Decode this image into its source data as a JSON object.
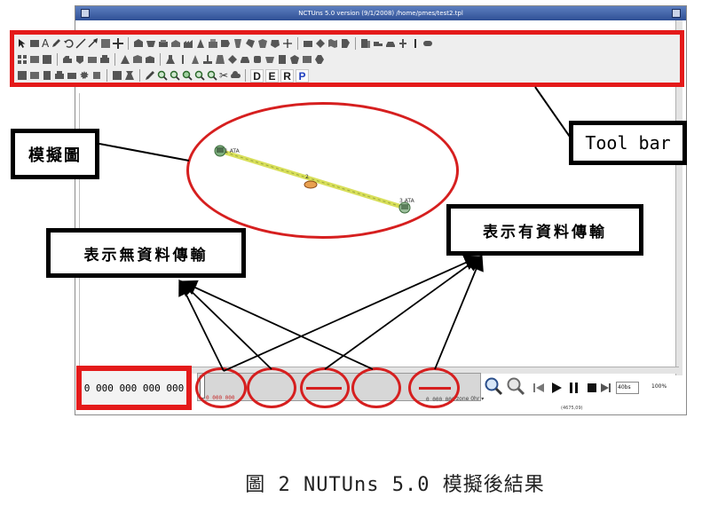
{
  "window": {
    "title": "NCTUns 5.0 version (9/1/2008) /home/pmes/test2.tpl"
  },
  "toolbar": {
    "d_label": "D",
    "e_label": "E",
    "r_label": "R",
    "p_label": "P"
  },
  "network": {
    "nodes": [
      {
        "label": "1 ATA"
      },
      {
        "label": "2"
      },
      {
        "label": "3 ATA"
      }
    ]
  },
  "status": {
    "text": "0 000 000 000 000"
  },
  "timeline": {
    "time_left": "0 000 000",
    "time_right": "0 000 000",
    "speed_text": "zone 0hr ▾",
    "speed_value": "40bs",
    "zoom_value": "100%",
    "bottom_text": "(4675,09)"
  },
  "callouts": {
    "simulation": "模擬圖",
    "toolbar": "Tool bar",
    "no_data": "表示無資料傳輸",
    "has_data": "表示有資料傳輸"
  },
  "caption": "圖 2 NUTUns 5.0 模擬後結果",
  "colors": {
    "annotation_red": "#e41a1a",
    "link_yellow": "#d8df5a",
    "title_blue": "#2f4f95"
  }
}
